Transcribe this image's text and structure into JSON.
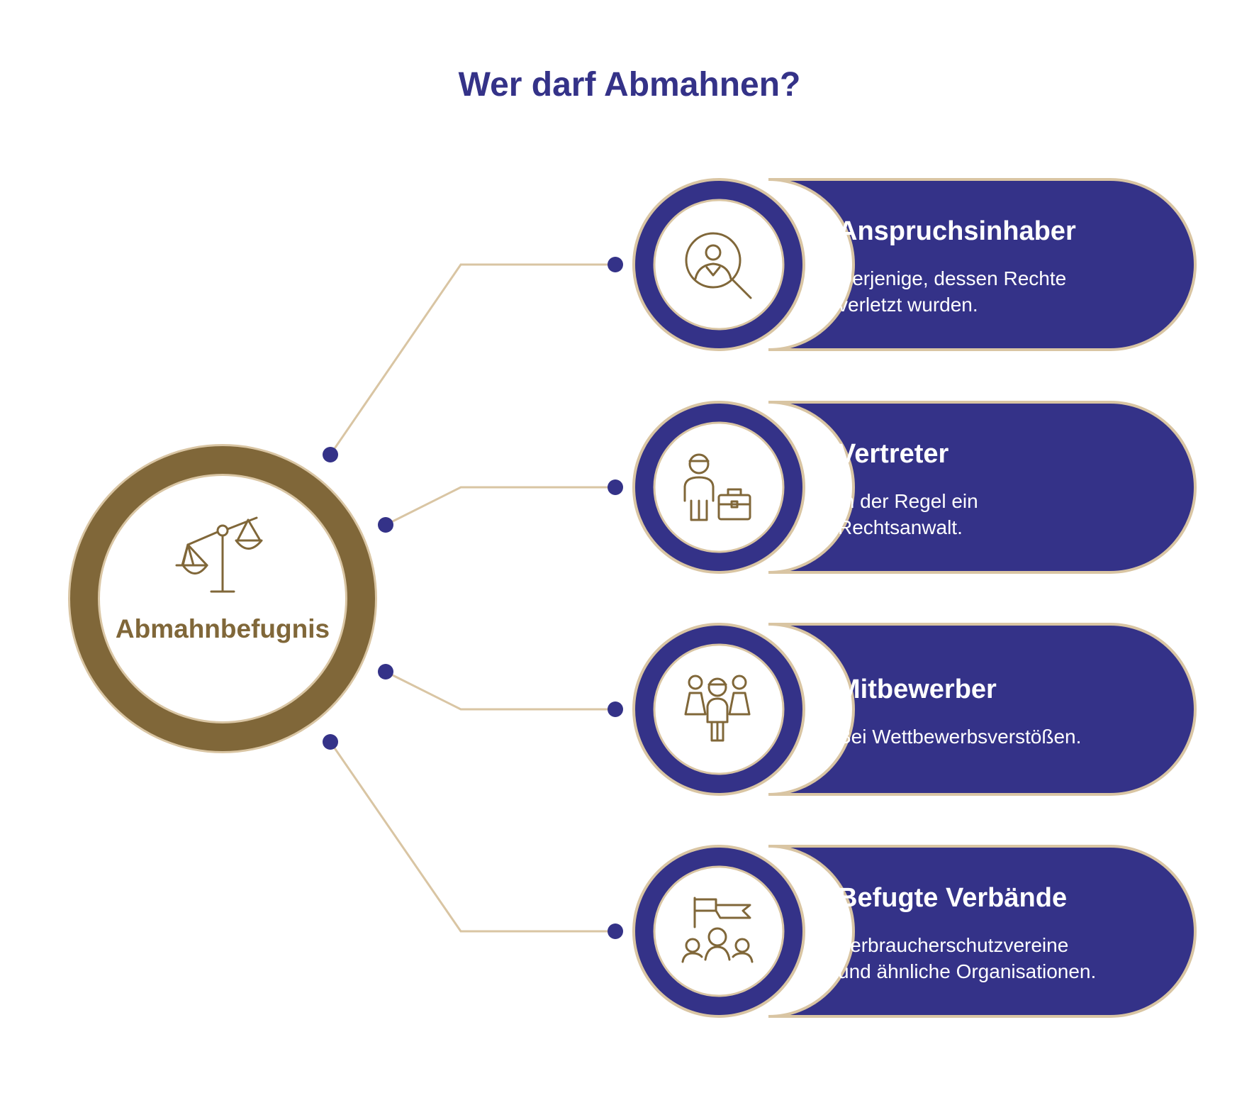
{
  "title": "Wer darf Abmahnen?",
  "hub": {
    "label": "Abmahnbefugnis",
    "icon": "scales-icon"
  },
  "colors": {
    "navy": "#343288",
    "gold": "#806739",
    "beige": "#d9c5a3",
    "white": "#ffffff"
  },
  "items": [
    {
      "title": "Anspruchsinhaber",
      "description_lines": [
        "Derjenige, dessen Rechte",
        "verletzt wurden."
      ],
      "icon": "person-search-icon"
    },
    {
      "title": "Vertreter",
      "description_lines": [
        "In der Regel ein",
        "Rechtsanwalt."
      ],
      "icon": "person-briefcase-icon"
    },
    {
      "title": "Mitbewerber",
      "description_lines": [
        "Bei Wettbewerbsverstößen."
      ],
      "icon": "group-people-icon"
    },
    {
      "title": "Befugte Verbände",
      "description_lines": [
        "Verbraucherschutzvereine",
        "und ähnliche Organisationen."
      ],
      "icon": "flag-group-icon"
    }
  ]
}
